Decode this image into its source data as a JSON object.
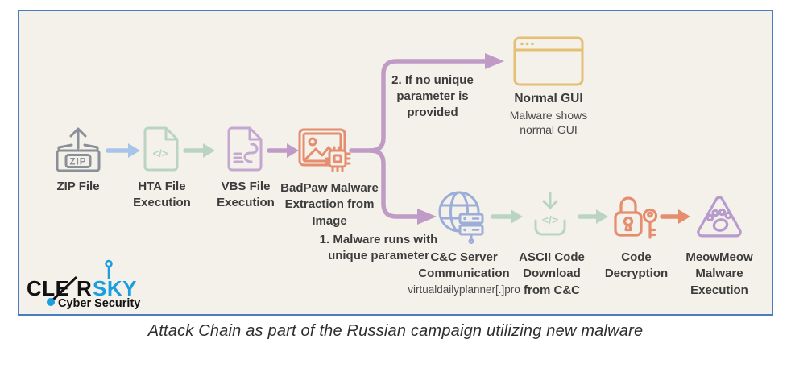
{
  "caption": "Attack Chain as part of the Russian campaign utilizing new malware",
  "nodes": {
    "zip": {
      "label": "ZIP File",
      "icon_text": "ZIP",
      "icon": "zip-box-icon"
    },
    "hta": {
      "label": "HTA File\nExecution",
      "icon_text": "</>",
      "icon": "code-file-icon"
    },
    "vbs": {
      "label": "VBS File\nExecution",
      "icon": "script-file-icon"
    },
    "badpaw": {
      "label": "BadPaw Malware\nExtraction from\nImage",
      "icon": "image-chip-icon"
    },
    "gui": {
      "label": "Normal GUI",
      "sublabel": "Malware shows\nnormal GUI",
      "icon": "browser-window-icon"
    },
    "cnc": {
      "label": "C&C Server\nCommunication",
      "sublabel": "virtualdailyplanner[.]pro",
      "icon": "globe-server-icon"
    },
    "ascii": {
      "label": "ASCII Code\nDownload\nfrom C&C",
      "icon_text": "</>",
      "icon": "code-download-icon"
    },
    "decrypt": {
      "label": "Code\nDecryption",
      "icon": "lock-key-icon"
    },
    "meow": {
      "label": "MeowMeow\nMalware\nExecution",
      "icon": "paw-warning-icon"
    }
  },
  "branches": {
    "no_param": "2. If no unique\nparameter is\nprovided",
    "with_param": "1. Malware runs with\nunique parameter"
  },
  "logo": {
    "part1": "CLE",
    "part2": "R",
    "part3": "SKY",
    "tagline": "Cyber Security"
  },
  "colors": {
    "panel_border": "#4a7cc0",
    "panel_bg": "#f3f1ea",
    "zip_gray": "#8a9097",
    "arrow_blue": "#a8c4ea",
    "green": "#b9d5c1",
    "branch_purple": "#bf9bc6",
    "vbs_purple": "#c4a8d0",
    "coral": "#e68d70",
    "amber": "#e6bf72",
    "periwinkle": "#9badd8",
    "paw_purple": "#b79bce",
    "text": "#3c3c3c",
    "logo_blue": "#189ee1",
    "logo_black": "#111111"
  }
}
